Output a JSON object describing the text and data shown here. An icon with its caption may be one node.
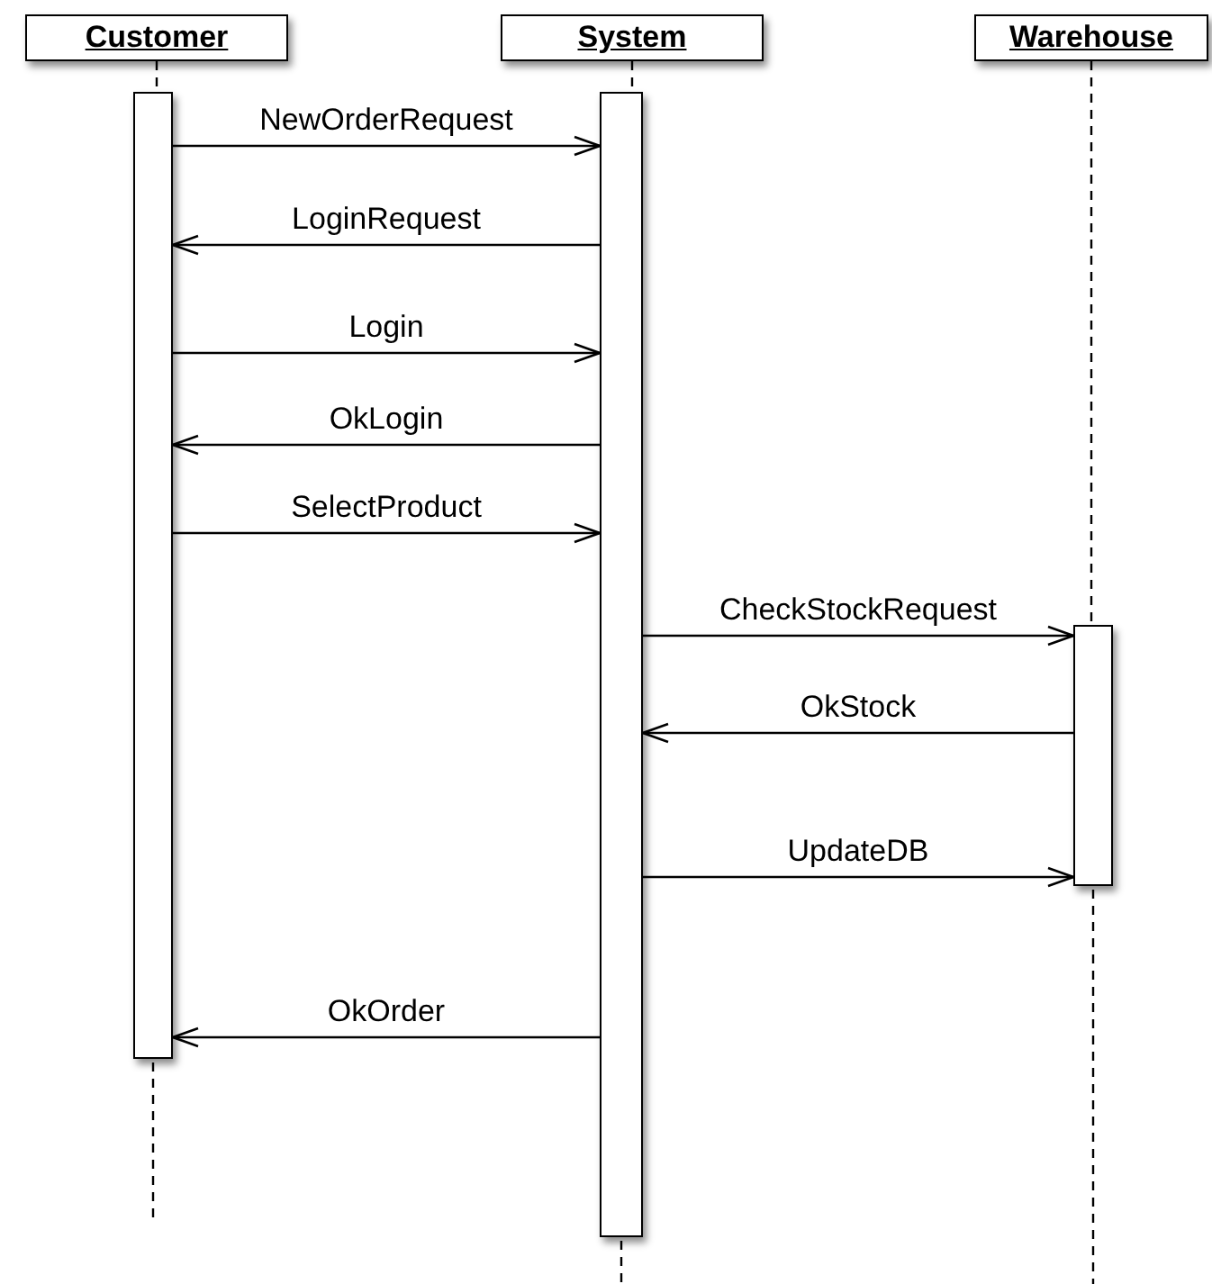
{
  "diagram": {
    "nodes": [
      {
        "text": [
          "Customer"
        ]
      },
      {
        "text": [
          "System"
        ]
      },
      {
        "text": [
          "Warehouse"
        ]
      },
      {
        "text": [],
        "shape": "bar"
      },
      {
        "text": [],
        "shape": "bar"
      },
      {
        "text": [],
        "shape": "bar"
      }
    ],
    "edges": [
      {
        "from": 0,
        "to": 3,
        "arrow": "none",
        "style": "dashed"
      },
      {
        "from": 1,
        "to": 4,
        "arrow": "none",
        "style": "dashed"
      },
      {
        "from": 2,
        "to": 5,
        "arrow": "none",
        "style": "dashed"
      },
      {
        "from": 3,
        "to": 4,
        "arrow": "to",
        "label": "NewOrderRequest"
      },
      {
        "from": 4,
        "to": 3,
        "arrow": "to",
        "label": "LoginRequest"
      },
      {
        "from": 3,
        "to": 4,
        "arrow": "to",
        "label": "Login"
      },
      {
        "from": 4,
        "to": 3,
        "arrow": "to",
        "label": "OkLogin"
      },
      {
        "from": 3,
        "to": 4,
        "arrow": "to",
        "label": "SelectProduct"
      },
      {
        "from": 4,
        "to": 5,
        "arrow": "to",
        "label": "CheckStockRequest"
      },
      {
        "from": 5,
        "to": 4,
        "arrow": "to",
        "label": "OkStock"
      },
      {
        "from": 4,
        "to": 5,
        "arrow": "to",
        "label": "UpdateDB"
      },
      {
        "from": 4,
        "to": 3,
        "arrow": "to",
        "label": "OkOrder"
      }
    ]
  }
}
